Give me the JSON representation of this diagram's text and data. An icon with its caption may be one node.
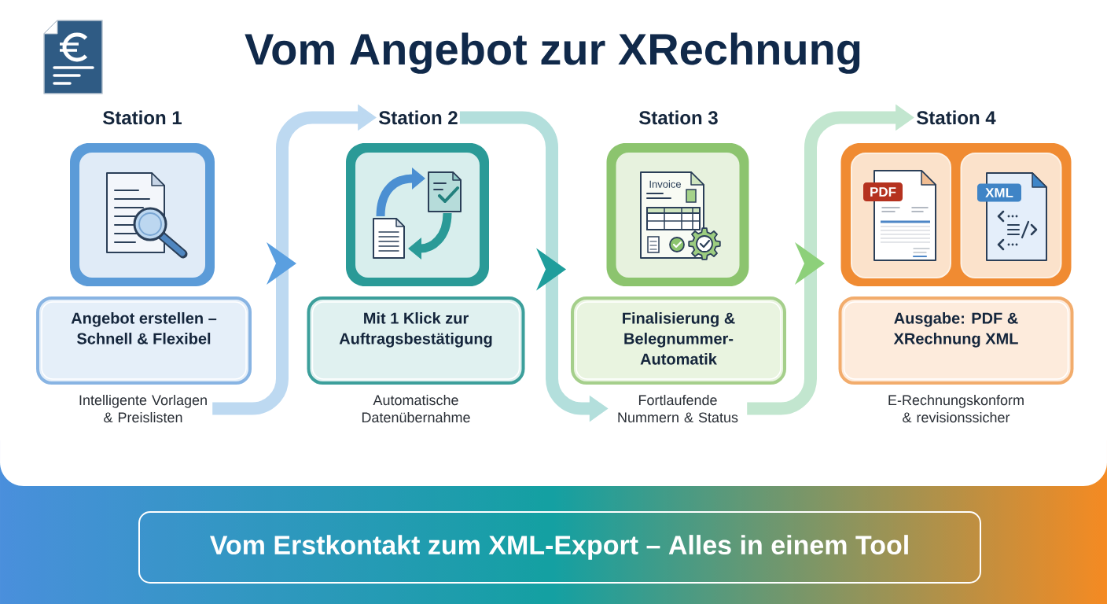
{
  "diagram": {
    "title": "Vom Angebot zur XRechnung",
    "nodes": [
      {
        "text": [
          "Station 1"
        ]
      },
      {
        "text": [],
        "shape": "box"
      },
      {
        "text": [
          "Angebot erstellen – Schnell & Flexibel"
        ]
      },
      {
        "text": [
          "Intelligente Vorlagen & Preislisten"
        ]
      },
      {
        "text": [
          "Station 2"
        ]
      },
      {
        "text": [],
        "shape": "box"
      },
      {
        "text": [
          "Mit 1 Klick zur Auftragsbestätigung"
        ],
        "beside": [
          "Automatische Datenübernahme"
        ]
      },
      {
        "text": [
          "Station 3"
        ]
      },
      {
        "text": [],
        "shape": "box"
      },
      {
        "text": [
          "Finalisierung & Belegnummer- Automatik"
        ]
      },
      {
        "text": [
          "Fortlaufende Nummern & Status"
        ]
      },
      {
        "text": [
          "Station 4"
        ]
      },
      {
        "text": [],
        "shape": "box"
      },
      {
        "text": [],
        "shape": "box",
        "in": 12
      },
      {
        "text": [],
        "shape": "box",
        "in": 12
      },
      {
        "text": [
          "Ausgabe: PDF & XRechnung XML"
        ],
        "beside": [
          "E-Rechnungskonform & revisionssicher"
        ]
      },
      {
        "text": [
          "Vom Erstkontakt zum XML-Export – Alles in einem Tool"
        ]
      }
    ],
    "edges": [
      {
        "from": 3,
        "to": 4,
        "arrow": "to",
        "color": "#bdd9f1"
      },
      {
        "from": 4,
        "to": 10,
        "arrow": "to",
        "color": "#b3dfdc"
      },
      {
        "from": 10,
        "to": 11,
        "arrow": "to",
        "color": "#c2e6cf"
      }
    ],
    "labels": [
      "Invoice",
      "PDF",
      "XML"
    ]
  }
}
